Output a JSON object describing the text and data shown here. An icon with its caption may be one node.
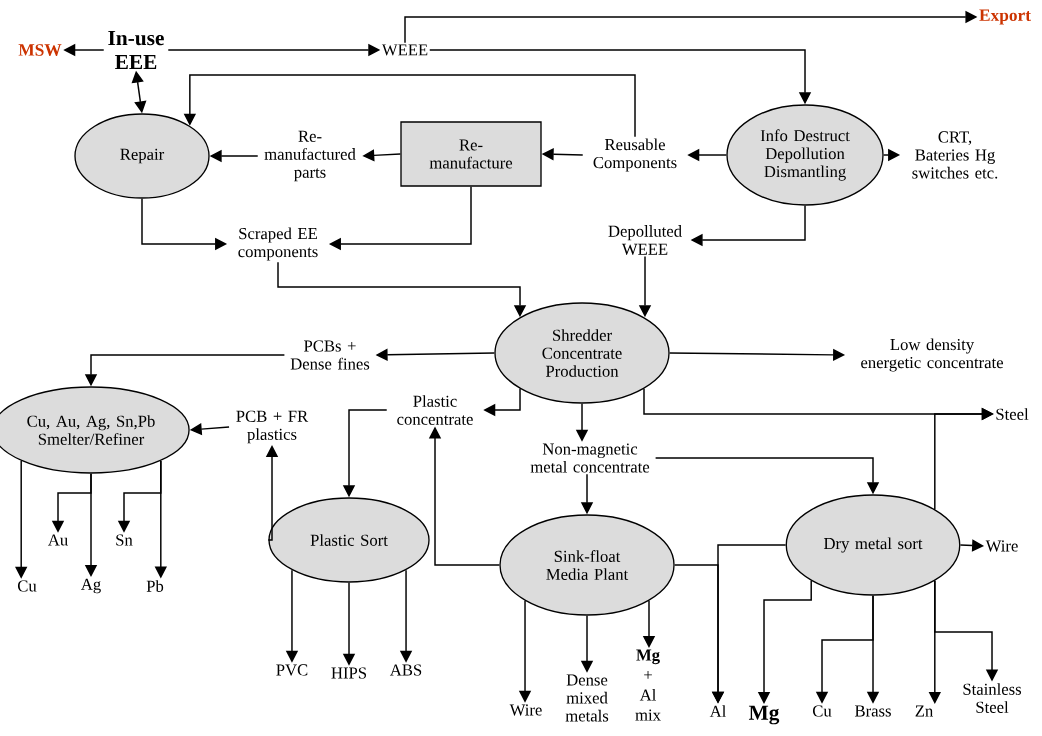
{
  "diagram": {
    "nodes": [
      {
        "text": [
          "MSW"
        ]
      },
      {
        "text": [
          "In-use EEE"
        ]
      },
      {
        "text": [
          "WEEE"
        ]
      },
      {
        "text": [
          "Export"
        ]
      },
      {
        "text": [
          "Repair"
        ]
      },
      {
        "text": [
          "Re-manufactured parts"
        ]
      },
      {
        "text": [
          "Re-manufacture"
        ]
      },
      {
        "text": [
          "Reusable Components"
        ]
      },
      {
        "text": [
          "Info Destruct Depollution Dismantling"
        ]
      },
      {
        "text": [
          "CRT, Bateries Hg switches etc."
        ]
      },
      {
        "text": [
          "Scraped EE components"
        ]
      },
      {
        "text": [
          "Depolluted WEEE"
        ]
      },
      {
        "text": [
          "Shredder Concentrate Production"
        ]
      },
      {
        "text": [
          "PCBs + Dense fines"
        ]
      },
      {
        "text": [
          "Low density energetic concentrate"
        ]
      },
      {
        "text": [
          "Plastic concentrate"
        ]
      },
      {
        "text": [
          "Steel"
        ]
      },
      {
        "text": [
          "Cu, Au, Ag, Sn,Pb Smelter/Refiner"
        ]
      },
      {
        "text": [
          "PCB + FR plastics"
        ]
      },
      {
        "text": [
          "Non-magnetic metal concentrate"
        ]
      },
      {
        "text": [
          "Plastic Sort"
        ]
      },
      {
        "text": [
          "Sink-float Media Plant"
        ]
      },
      {
        "text": [
          "Dry metal sort"
        ]
      },
      {
        "text": [
          "Wire"
        ]
      },
      {
        "text": [
          "Au"
        ]
      },
      {
        "text": [
          "Sn"
        ]
      },
      {
        "text": [
          "Cu"
        ]
      },
      {
        "text": [
          "Ag"
        ]
      },
      {
        "text": [
          "Pb"
        ]
      },
      {
        "text": [
          "PVC"
        ]
      },
      {
        "text": [
          "HIPS"
        ]
      },
      {
        "text": [
          "ABS"
        ]
      },
      {
        "text": [
          "Wire"
        ]
      },
      {
        "text": [
          "Dense mixed metals"
        ]
      },
      {
        "text": [
          "**Mg** + Al mix"
        ]
      },
      {
        "text": [
          "Al"
        ]
      },
      {
        "text": [
          "Mg"
        ]
      },
      {
        "text": [
          "Cu"
        ]
      },
      {
        "text": [
          "Brass"
        ]
      },
      {
        "text": [
          "Zn"
        ]
      },
      {
        "text": [
          "Stainless Steel"
        ]
      }
    ],
    "edges": [
      {
        "from": 1,
        "to": 0,
        "arrow": "to"
      },
      {
        "from": 1,
        "to": 2,
        "arrow": "to"
      },
      {
        "from": 2,
        "to": 3,
        "arrow": "to"
      },
      {
        "from": 2,
        "to": 8,
        "arrow": "to"
      },
      {
        "from": 1,
        "to": 4,
        "arrow": "both"
      },
      {
        "from": 7,
        "to": 4,
        "arrow": "to"
      },
      {
        "from": 7,
        "to": 6,
        "arrow": "to"
      },
      {
        "from": 6,
        "to": 5,
        "arrow": "to"
      },
      {
        "from": 5,
        "to": 4,
        "arrow": "to"
      },
      {
        "from": 8,
        "to": 7,
        "arrow": "to"
      },
      {
        "from": 8,
        "to": 9,
        "arrow": "to"
      },
      {
        "from": 4,
        "to": 10,
        "arrow": "to"
      },
      {
        "from": 6,
        "to": 10,
        "arrow": "to"
      },
      {
        "from": 8,
        "to": 11,
        "arrow": "to"
      },
      {
        "from": 10,
        "to": 12,
        "arrow": "to"
      },
      {
        "from": 11,
        "to": 12,
        "arrow": "to"
      },
      {
        "from": 12,
        "to": 13,
        "arrow": "to"
      },
      {
        "from": 13,
        "to": 17,
        "arrow": "to"
      },
      {
        "from": 12,
        "to": 14,
        "arrow": "to"
      },
      {
        "from": 12,
        "to": 15,
        "arrow": "to"
      },
      {
        "from": 12,
        "to": 16,
        "arrow": "to"
      },
      {
        "from": 12,
        "to": 19,
        "arrow": "to"
      },
      {
        "from": 18,
        "to": 17,
        "arrow": "to"
      },
      {
        "from": 20,
        "to": 18,
        "arrow": "to"
      },
      {
        "from": 15,
        "to": 20,
        "arrow": "to"
      },
      {
        "from": 21,
        "to": 15,
        "arrow": "to"
      },
      {
        "from": 19,
        "to": 21,
        "arrow": "to"
      },
      {
        "from": 19,
        "to": 22,
        "arrow": "to"
      },
      {
        "from": 22,
        "to": 16,
        "arrow": "to"
      },
      {
        "from": 17,
        "to": 24,
        "arrow": "to"
      },
      {
        "from": 17,
        "to": 25,
        "arrow": "to"
      },
      {
        "from": 17,
        "to": 26,
        "arrow": "to"
      },
      {
        "from": 17,
        "to": 27,
        "arrow": "to"
      },
      {
        "from": 17,
        "to": 28,
        "arrow": "to"
      },
      {
        "from": 20,
        "to": 29,
        "arrow": "to"
      },
      {
        "from": 20,
        "to": 30,
        "arrow": "to"
      },
      {
        "from": 20,
        "to": 31,
        "arrow": "to"
      },
      {
        "from": 21,
        "to": 32,
        "arrow": "to"
      },
      {
        "from": 21,
        "to": 33,
        "arrow": "to"
      },
      {
        "from": 21,
        "to": 34,
        "arrow": "to"
      },
      {
        "from": 21,
        "to": 35,
        "arrow": "to"
      },
      {
        "from": 22,
        "to": 35,
        "arrow": "to"
      },
      {
        "from": 22,
        "to": 36,
        "arrow": "to"
      },
      {
        "from": 22,
        "to": 37,
        "arrow": "to"
      },
      {
        "from": 22,
        "to": 38,
        "arrow": "to"
      },
      {
        "from": 22,
        "to": 39,
        "arrow": "to"
      },
      {
        "from": 22,
        "to": 40,
        "arrow": "to"
      },
      {
        "from": 22,
        "to": 23,
        "arrow": "to"
      }
    ]
  }
}
